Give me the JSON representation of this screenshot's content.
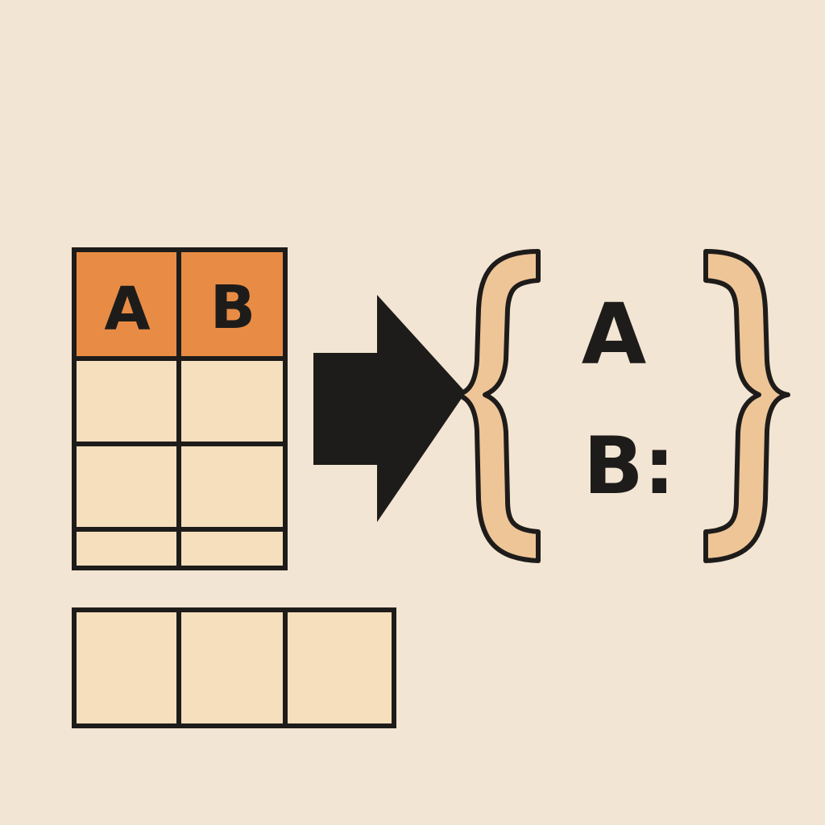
{
  "colors": {
    "background": "#f3e5d3",
    "outline": "#1e1c1a",
    "header_fill": "#e88c45",
    "cell_fill": "#f5dfbc",
    "brace_fill": "#eec597",
    "arrow_fill": "#1e1c1a"
  },
  "table": {
    "headers": [
      "A",
      "B"
    ],
    "body_rows": 3
  },
  "row_strip": {
    "cells": 3
  },
  "arrow": {
    "icon": "right-arrow-icon"
  },
  "object": {
    "open_brace": "{",
    "close_brace": "}",
    "lines": [
      "A",
      "B:"
    ]
  }
}
